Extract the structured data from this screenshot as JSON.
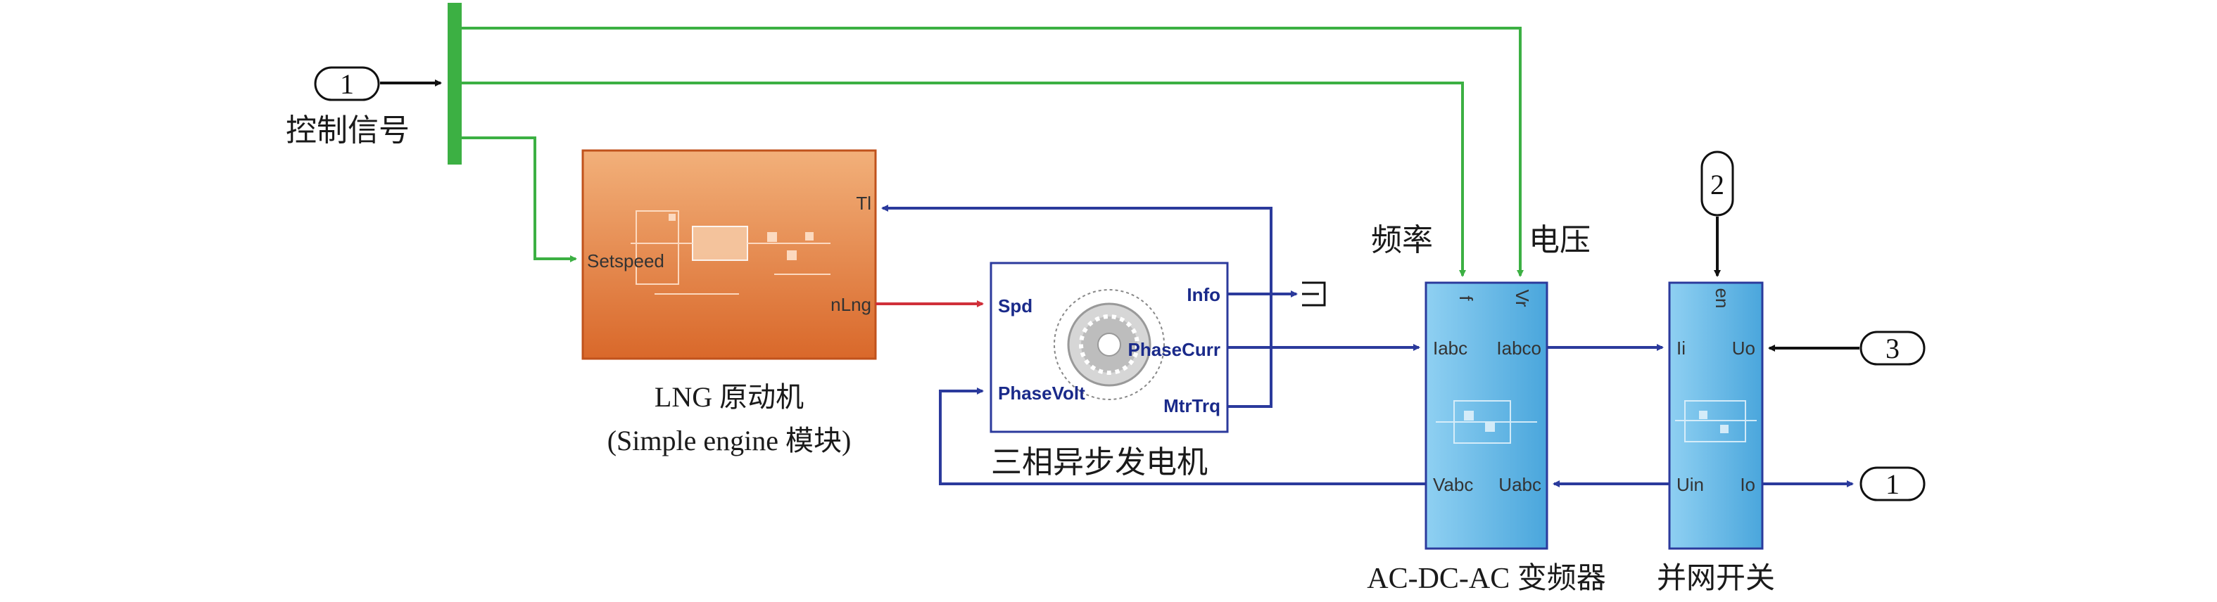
{
  "inports": {
    "control": {
      "number": "1",
      "label": "控制信号"
    },
    "enable": {
      "number": "2"
    },
    "grid_voltage": {
      "number": "3"
    }
  },
  "outports": {
    "output": {
      "number": "1"
    }
  },
  "blocks": {
    "lng_engine": {
      "label_line1": "LNG 原动机",
      "label_line2": "(Simple engine 模块)",
      "port_tl": "Tl",
      "port_setspeed": "Setspeed",
      "port_nlng": "nLng"
    },
    "generator": {
      "label": "三相异步发电机",
      "port_spd": "Spd",
      "port_phasevolt": "PhaseVolt",
      "port_info": "Info",
      "port_phasecurr": "PhaseCurr",
      "port_mtrtrq": "MtrTrq"
    },
    "converter": {
      "label": "AC-DC-AC 变频器",
      "top_label_left": "频率",
      "top_label_right": "电压",
      "port_f": "f",
      "port_v": "Vr",
      "port_iabc": "Iabc",
      "port_iabco": "Iabco",
      "port_vabc": "Vabc",
      "port_uabc": "Uabc"
    },
    "grid_switch": {
      "label": "并网开关",
      "port_en": "en",
      "port_ii": "Ii",
      "port_uo": "Uo",
      "port_uin": "Uin",
      "port_io": "Io"
    }
  },
  "colors": {
    "signal_green": "#3cb043",
    "signal_blue": "#2b3a9c",
    "signal_red": "#d0303a",
    "engine_orange": "#e98a4a",
    "subsystem_blue": "#5fb0e0"
  }
}
